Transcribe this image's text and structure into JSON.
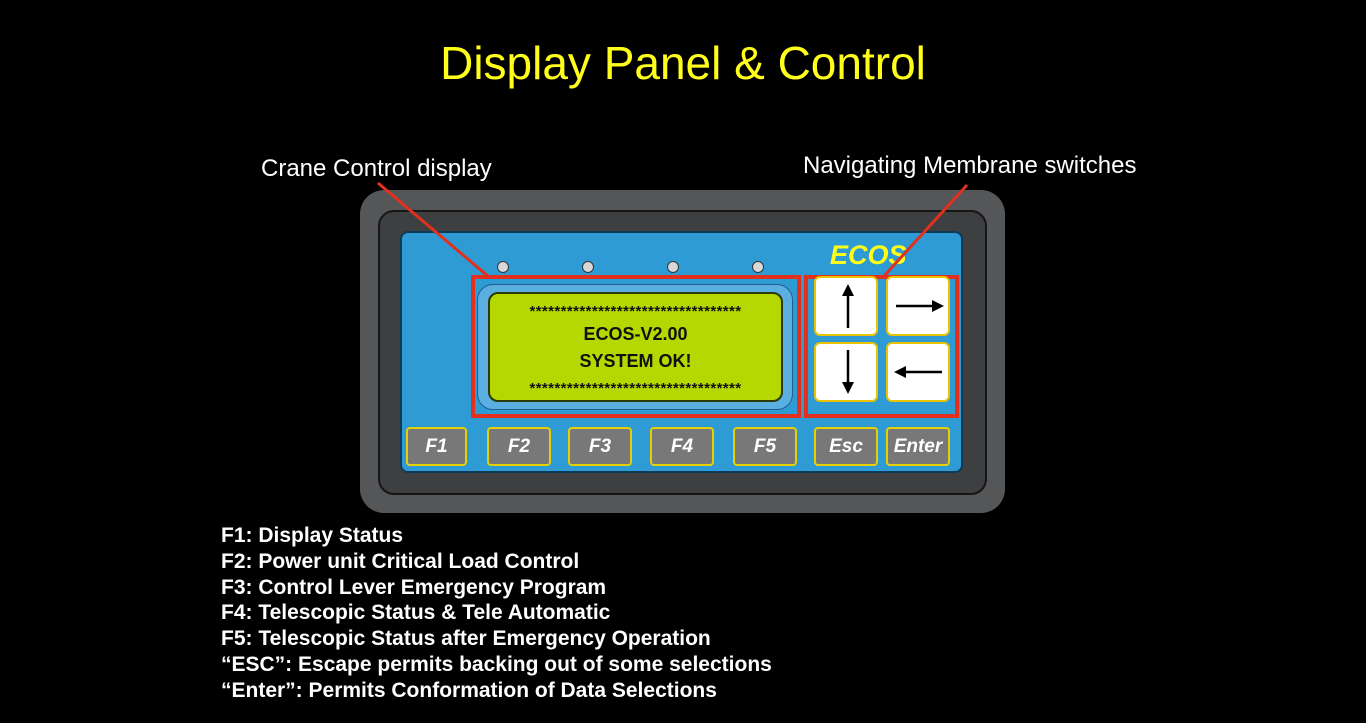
{
  "title": "Display Panel & Control",
  "callouts": {
    "display": "Crane Control display",
    "switches": "Navigating Membrane switches"
  },
  "panel": {
    "brand": "ECOS",
    "lcd": {
      "stars_top": "**********************************",
      "line1": "ECOS-V2.00",
      "line2": "SYSTEM OK!",
      "stars_bottom": "**********************************"
    },
    "nav_buttons": [
      "up-arrow",
      "right-arrow",
      "down-arrow",
      "left-arrow"
    ],
    "function_keys": [
      "F1",
      "F2",
      "F3",
      "F4",
      "F5",
      "Esc",
      "Enter"
    ]
  },
  "legend": [
    "F1: Display Status",
    "F2: Power unit Critical Load Control",
    "F3: Control Lever Emergency Program",
    "F4: Telescopic Status & Tele Automatic",
    "F5: Telescopic Status after Emergency Operation",
    "“ESC”: Escape permits backing out of some selections",
    "“Enter”: Permits Conformation of Data Selections"
  ],
  "colors": {
    "title": "#ffff19",
    "highlight": "#e2301c",
    "face": "#2e9bd5",
    "lcd": "#b5d800"
  }
}
